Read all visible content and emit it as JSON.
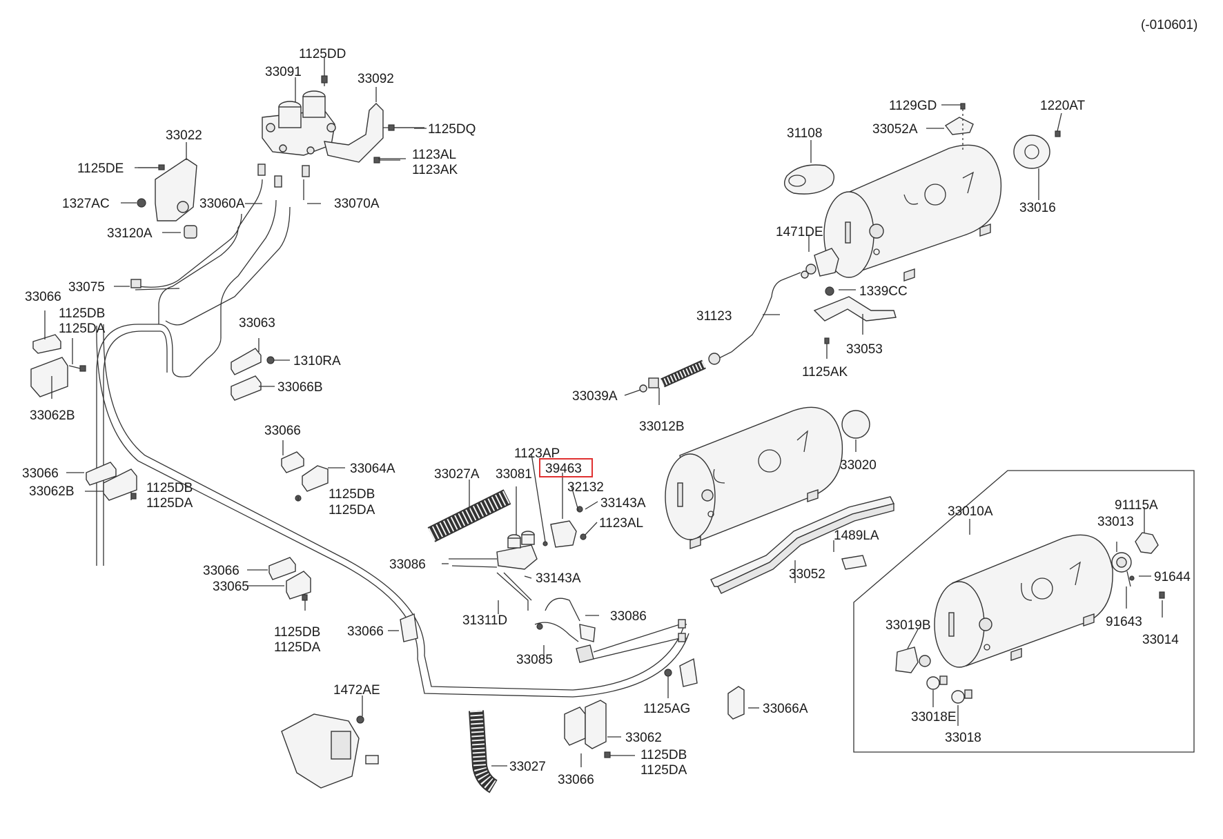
{
  "header": {
    "revision": "(-010601)"
  },
  "highlight": {
    "label": "39463",
    "color": "#e03030"
  },
  "labels": {
    "l_1125DD": "1125DD",
    "l_33091": "33091",
    "l_33092": "33092",
    "l_1125DQ": "1125DQ",
    "l_1123AL_top": "1123AL",
    "l_1123AK": "1123AK",
    "l_33022": "33022",
    "l_1125DE": "1125DE",
    "l_1327AC": "1327AC",
    "l_33060A": "33060A",
    "l_33070A": "33070A",
    "l_33120A": "33120A",
    "l_33075": "33075",
    "l_33066_a": "33066",
    "l_1125DB_a": "1125DB",
    "l_1125DA_a": "1125DA",
    "l_33062B_a": "33062B",
    "l_33063": "33063",
    "l_1310RA": "1310RA",
    "l_33066B": "33066B",
    "l_33066_b": "33066",
    "l_33064A": "33064A",
    "l_33066_c": "33066",
    "l_33062B_b": "33062B",
    "l_1125DB_b": "1125DB",
    "l_1125DA_b": "1125DA",
    "l_1125DB_c": "1125DB",
    "l_1125DA_c": "1125DA",
    "l_33066_d": "33066",
    "l_33065": "33065",
    "l_1125DB_d": "1125DB",
    "l_1125DA_d": "1125DA",
    "l_33066_e": "33066",
    "l_1472AE": "1472AE",
    "l_33027A": "33027A",
    "l_33081": "33081",
    "l_1123AP": "1123AP",
    "l_32132": "32132",
    "l_33143A_top": "33143A",
    "l_1123AL_mid": "1123AL",
    "l_33086_a": "33086",
    "l_33143A_bot": "33143A",
    "l_31311D": "31311D",
    "l_33086_b": "33086",
    "l_33085": "33085",
    "l_33027": "33027",
    "l_33066_f": "33066",
    "l_33062": "33062",
    "l_1125DB_e": "1125DB",
    "l_1125DA_e": "1125DA",
    "l_1125AG": "1125AG",
    "l_33066A": "33066A",
    "l_31108": "31108",
    "l_1129GD": "1129GD",
    "l_33052A": "33052A",
    "l_1220AT": "1220AT",
    "l_33016": "33016",
    "l_1471DE": "1471DE",
    "l_1339CC": "1339CC",
    "l_31123": "31123",
    "l_33053": "33053",
    "l_1125AK": "1125AK",
    "l_33039A": "33039A",
    "l_33012B": "33012B",
    "l_33020": "33020",
    "l_1489LA": "1489LA",
    "l_33052": "33052",
    "l_33010A": "33010A",
    "l_91115A": "91115A",
    "l_33013": "33013",
    "l_91644": "91644",
    "l_91643": "91643",
    "l_33014": "33014",
    "l_33019B": "33019B",
    "l_33018E": "33018E",
    "l_33018": "33018"
  }
}
